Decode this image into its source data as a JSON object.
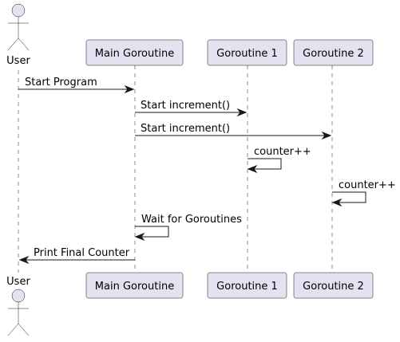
{
  "participants": [
    {
      "id": "user",
      "label": "User",
      "kind": "actor"
    },
    {
      "id": "main",
      "label": "Main Goroutine",
      "kind": "participant"
    },
    {
      "id": "g1",
      "label": "Goroutine 1",
      "kind": "participant"
    },
    {
      "id": "g2",
      "label": "Goroutine 2",
      "kind": "participant"
    }
  ],
  "messages": [
    {
      "from": "user",
      "to": "main",
      "label": "Start Program"
    },
    {
      "from": "main",
      "to": "g1",
      "label": "Start increment()"
    },
    {
      "from": "main",
      "to": "g2",
      "label": "Start increment()"
    },
    {
      "from": "g1",
      "to": "g1",
      "label": "counter++"
    },
    {
      "from": "g2",
      "to": "g2",
      "label": "counter++"
    },
    {
      "from": "main",
      "to": "main",
      "label": "Wait for Goroutines"
    },
    {
      "from": "main",
      "to": "user",
      "label": "Print Final Counter"
    }
  ]
}
